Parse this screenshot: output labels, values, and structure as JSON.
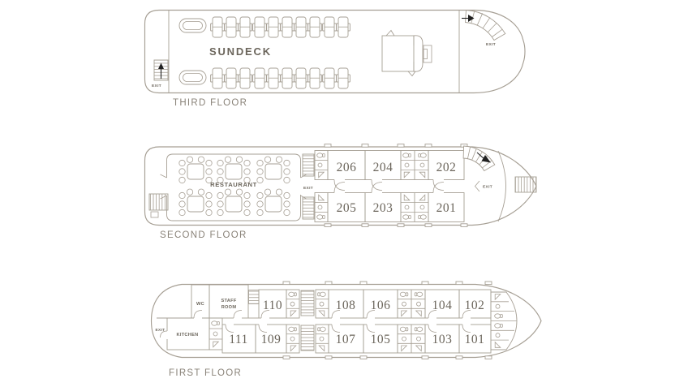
{
  "palette": {
    "line": "#a69f94",
    "ink": "#6b655b",
    "muted_label": "#8a8379",
    "arrow": "#212121",
    "background": "#ffffff"
  },
  "decks": {
    "third": {
      "name": "THIRD FLOOR",
      "zones": {
        "sundeck": "SUNDECK"
      },
      "exits": {
        "aft": "EXIT",
        "forward": "EXIT"
      }
    },
    "second": {
      "name": "SECOND FLOOR",
      "zones": {
        "restaurant": "RESTAURANT"
      },
      "exits": {
        "mid": "EXIT",
        "forward": "EXIT"
      },
      "cabins": {
        "top": [
          "206",
          "204",
          "202"
        ],
        "bottom": [
          "205",
          "203",
          "201"
        ]
      }
    },
    "first": {
      "name": "FIRST FLOOR",
      "rooms": {
        "wc": "WC",
        "staff_line1": "STAFF",
        "staff_line2": "ROOM",
        "kitchen": "KITCHEN"
      },
      "exits": {
        "aft": "EXIT"
      },
      "cabins": {
        "top": [
          "110",
          "108",
          "106",
          "104",
          "102"
        ],
        "bottom": [
          "111",
          "109",
          "107",
          "105",
          "103",
          "101"
        ]
      }
    }
  }
}
